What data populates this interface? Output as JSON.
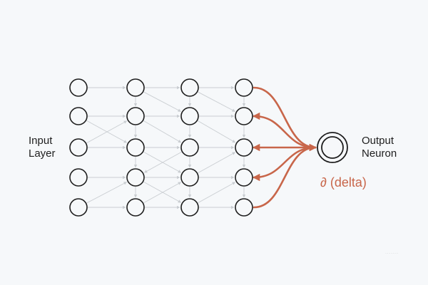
{
  "labels": {
    "input_line1": "Input",
    "input_line2": "Layer",
    "output_line1": "Output",
    "output_line2": "Neuron",
    "delta": "∂ (delta)",
    "watermark": "············"
  },
  "colors": {
    "background": "#f6f8fa",
    "node_stroke": "#1e1e1e",
    "connection": "#c9cdd1",
    "delta_arrow": "#c8664a",
    "delta_text": "#c8664a",
    "text": "#1e1e1e"
  },
  "network": {
    "layers": 4,
    "nodes_per_layer": 5,
    "output_nodes": 1,
    "output_arrows": [
      {
        "from_node": 1,
        "direction": "to_output"
      },
      {
        "from_node": 2,
        "direction": "to_hidden"
      },
      {
        "from_node": 3,
        "direction": "to_hidden"
      },
      {
        "from_node": 4,
        "direction": "to_hidden"
      },
      {
        "from_node": 5,
        "direction": "to_output"
      }
    ]
  }
}
